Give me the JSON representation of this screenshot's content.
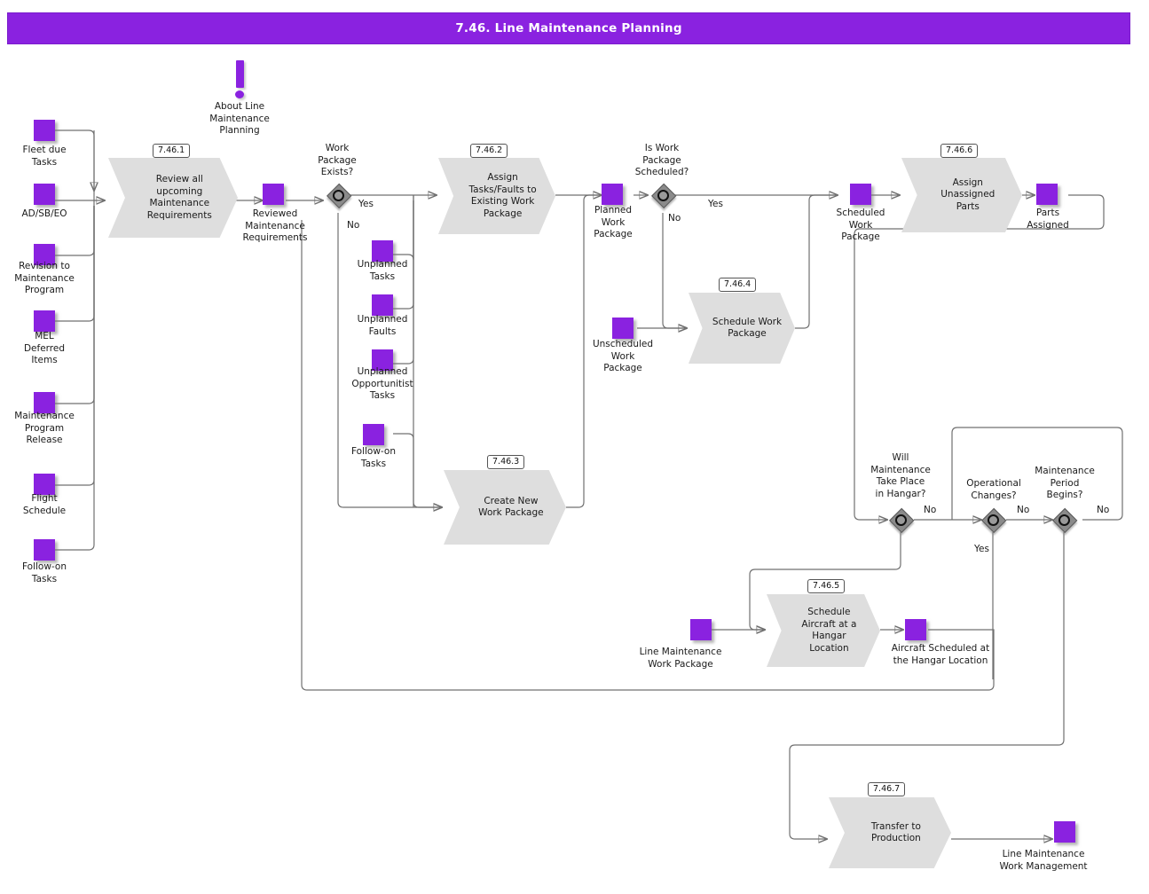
{
  "header": {
    "title": "7.46. Line Maintenance Planning",
    "color": "#8A22E0"
  },
  "annotation": {
    "icon": "exclamation-icon",
    "text": "About Line\nMaintenance\nPlanning"
  },
  "theme": {
    "data_object_color": "#8A22E0",
    "process_fill": "#DEDEDE",
    "gateway_fill": "#8A8A8A",
    "line_color": "#707070"
  },
  "inputs": [
    {
      "id": "fleet-due-tasks",
      "label": "Fleet due\nTasks"
    },
    {
      "id": "ad-sb-eo",
      "label": "AD/SB/EO"
    },
    {
      "id": "revision-to-maintenance-program",
      "label": "Revision to\nMaintenance\nProgram"
    },
    {
      "id": "mel-deferred-items",
      "label": "MEL\nDeferred\nItems"
    },
    {
      "id": "maintenance-program-release",
      "label": "Maintenance\nProgram\nRelease"
    },
    {
      "id": "flight-schedule",
      "label": "Flight\nSchedule"
    },
    {
      "id": "follow-on-tasks",
      "label": "Follow-on\nTasks"
    }
  ],
  "processes": [
    {
      "id": "review-requirements",
      "step": "7.46.1",
      "label": "Review all\nupcoming\nMaintenance\nRequirements"
    },
    {
      "id": "assign-tasks-faults",
      "step": "7.46.2",
      "label": "Assign\nTasks/Faults to\nExisting Work\nPackage"
    },
    {
      "id": "create-new-work-package",
      "step": "7.46.3",
      "label": "Create New\nWork Package"
    },
    {
      "id": "schedule-work-package",
      "step": "7.46.4",
      "label": "Schedule Work\nPackage"
    },
    {
      "id": "schedule-aircraft-hangar",
      "step": "7.46.5",
      "label": "Schedule\nAircraft at a\nHangar\nLocation"
    },
    {
      "id": "assign-unassigned-parts",
      "step": "7.46.6",
      "label": "Assign\nUnassigned\nParts"
    },
    {
      "id": "transfer-to-production",
      "step": "7.46.7",
      "label": "Transfer to\nProduction"
    }
  ],
  "artifacts": [
    {
      "id": "reviewed-maintenance-requirements",
      "label": "Reviewed\nMaintenance\nRequirements"
    },
    {
      "id": "unplanned-tasks",
      "label": "Unplanned\nTasks"
    },
    {
      "id": "unplanned-faults",
      "label": "Unplanned\nFaults"
    },
    {
      "id": "unplanned-opportunitist-tasks",
      "label": "Unplanned\nOpportunitist\nTasks"
    },
    {
      "id": "follow-on-tasks-mid",
      "label": "Follow-on\nTasks"
    },
    {
      "id": "planned-work-package",
      "label": "Planned\nWork\nPackage"
    },
    {
      "id": "unscheduled-work-package",
      "label": "Unscheduled\nWork\nPackage"
    },
    {
      "id": "scheduled-work-package",
      "label": "Scheduled\nWork\nPackage"
    },
    {
      "id": "parts-assigned",
      "label": "Parts\nAssigned"
    },
    {
      "id": "line-maintenance-work-package",
      "label": "Line Maintenance\nWork Package"
    },
    {
      "id": "aircraft-scheduled-hangar",
      "label": "Aircraft Scheduled at\nthe Hangar Location"
    },
    {
      "id": "line-maintenance-work-management",
      "label": "Line Maintenance\nWork Management"
    }
  ],
  "gateways": [
    {
      "id": "work-package-exists",
      "title": "Work\nPackage\nExists?",
      "branches": [
        "Yes",
        "No"
      ]
    },
    {
      "id": "is-work-package-scheduled",
      "title": "Is Work\nPackage\nScheduled?",
      "branches": [
        "Yes",
        "No"
      ]
    },
    {
      "id": "will-maintenance-take-place-in-hangar",
      "title": "Will\nMaintenance\nTake Place\nin Hangar?",
      "branches": [
        "No"
      ]
    },
    {
      "id": "operational-changes",
      "title": "Operational\nChanges?",
      "branches": [
        "No",
        "Yes"
      ]
    },
    {
      "id": "maintenance-period-begins",
      "title": "Maintenance\nPeriod\nBegins?",
      "branches": [
        "No"
      ]
    }
  ],
  "flow_labels": {
    "gw1_yes": "Yes",
    "gw1_no": "No",
    "gw2_yes": "Yes",
    "gw2_no": "No",
    "gw3_no": "No",
    "gw4_no": "No",
    "gw4_yes": "Yes",
    "gw5_no": "No"
  }
}
